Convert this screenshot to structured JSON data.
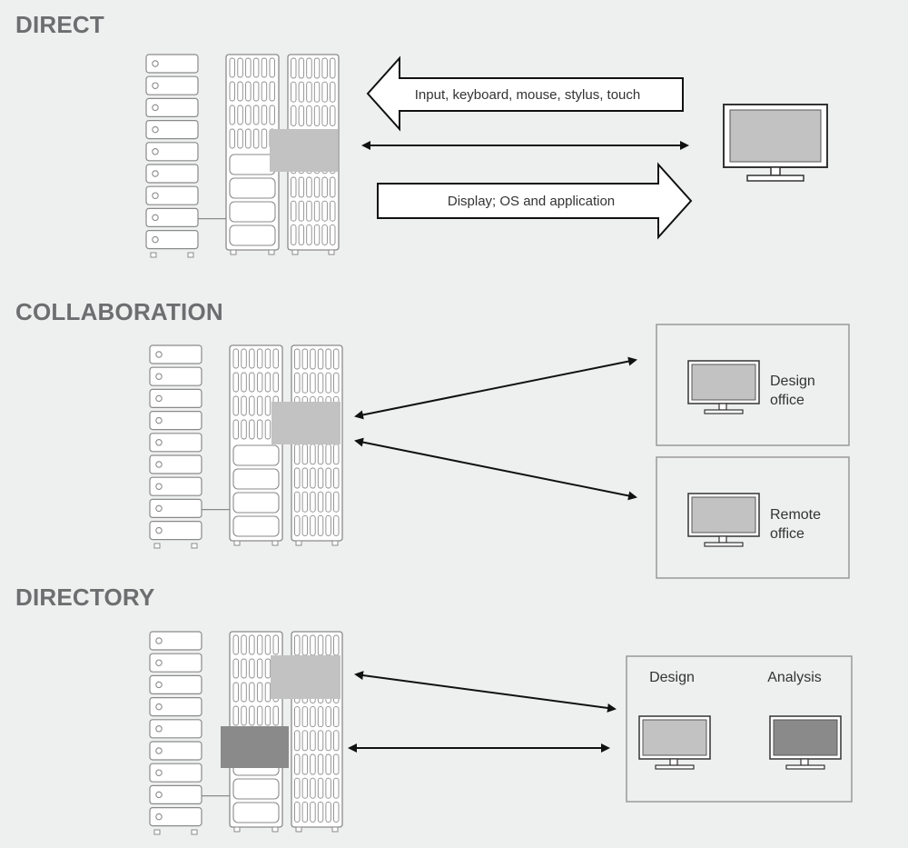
{
  "sections": {
    "direct": {
      "title": "DIRECT",
      "arrow_in_label": "Input, keyboard, mouse, stylus, touch",
      "arrow_out_label": "Display; OS and application"
    },
    "collaboration": {
      "title": "COLLABORATION",
      "office_1_label_line1": "Design",
      "office_1_label_line2": "office",
      "office_2_label_line1": "Remote",
      "office_2_label_line2": "office"
    },
    "directory": {
      "title": "DIRECTORY",
      "client_1_label": "Design",
      "client_2_label": "Analysis"
    }
  },
  "colors": {
    "background": "#eef0ef",
    "outline": "#7a7a7a",
    "highlight_light": "#c2c2c2",
    "highlight_dark": "#8a8a8a",
    "title": "#6d6e70"
  }
}
